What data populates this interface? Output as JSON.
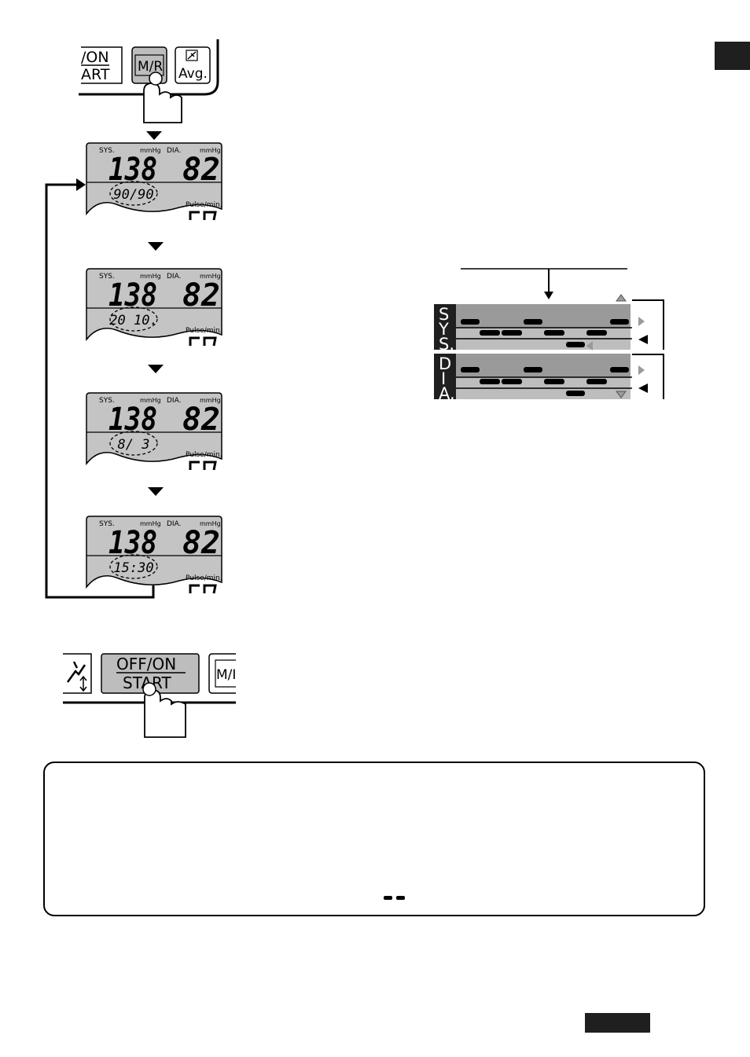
{
  "top_panel": {
    "button_onoff_partial_line1": "/ON",
    "button_onoff_partial_line2": "ART",
    "button_mr": "M/R",
    "button_avg": "Avg."
  },
  "lcd": {
    "sys_label": "SYS.",
    "dia_label": "DIA.",
    "unit": "mmHg",
    "pulse_label": "Pulse/min.",
    "sys_value": "138",
    "dia_value": "82"
  },
  "screens": [
    {
      "highlight": "90/90"
    },
    {
      "highlight": "20 10."
    },
    {
      "highlight": "8/ 3"
    },
    {
      "highlight": "15:30"
    }
  ],
  "bottom_panel": {
    "button_onoff_line1": "OFF/ON",
    "button_onoff_line2": "START",
    "button_mr_partial": "M/I"
  },
  "indicator": {
    "sys_letters": [
      "S",
      "Y",
      "S."
    ],
    "dia_letters": [
      "D",
      "I",
      "A."
    ]
  },
  "colors": {
    "lcd_bg": "#c4c4c4",
    "dark_tab": "#1f1f1f"
  }
}
